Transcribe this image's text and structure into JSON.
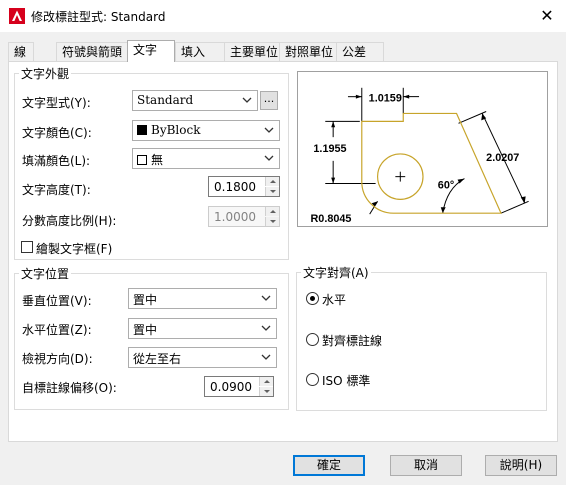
{
  "window": {
    "title": "修改標註型式: Standard",
    "close": "✕"
  },
  "tabs": [
    {
      "label": "線"
    },
    {
      "label": "符號與箭頭"
    },
    {
      "label": "文字"
    },
    {
      "label": "填入"
    },
    {
      "label": "主要單位"
    },
    {
      "label": "對照單位"
    },
    {
      "label": "公差"
    }
  ],
  "appearance": {
    "title": "文字外觀",
    "style_label": "文字型式(Y):",
    "style_value": "Standard",
    "browse": "...",
    "color_label": "文字顏色(C):",
    "color_value": "ByBlock",
    "fill_label": "填滿顏色(L):",
    "fill_value": "無",
    "height_label": "文字高度(T):",
    "height_value": "0.1800",
    "fraction_label": "分數高度比例(H):",
    "fraction_value": "1.0000",
    "frame_label": "繪製文字框(F)"
  },
  "placement": {
    "title": "文字位置",
    "vertical_label": "垂直位置(V):",
    "vertical_value": "置中",
    "horizontal_label": "水平位置(Z):",
    "horizontal_value": "置中",
    "view_label": "檢視方向(D):",
    "view_value": "從左至右",
    "offset_label": "自標註線偏移(O):",
    "offset_value": "0.0900"
  },
  "alignment": {
    "title": "文字對齊(A)",
    "opt1": "水平",
    "opt2": "對齊標註線",
    "opt3": "ISO 標準"
  },
  "preview": {
    "dim_top": "1.0159",
    "dim_left": "1.1955",
    "dim_right": "2.0207",
    "dim_angle": "60°",
    "dim_radius": "R0.8045"
  },
  "buttons": {
    "ok": "確定",
    "cancel": "取消",
    "help": "說明(H)"
  },
  "colors": {
    "accent": "#0078d7",
    "preview_shape": "#c7a42a"
  }
}
